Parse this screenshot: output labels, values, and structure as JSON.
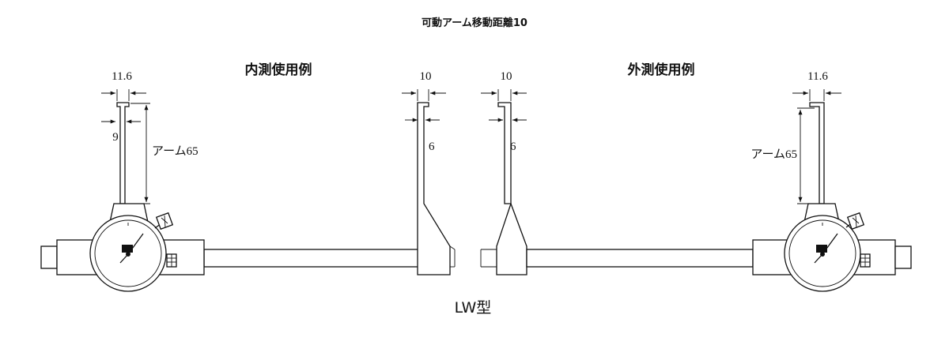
{
  "header": {
    "title": "可動アーム移動距離10"
  },
  "left_example": {
    "title": "内測使用例",
    "dim_tip_width": "11.6",
    "dim_tip_inner": "9",
    "dim_arm": "アーム65"
  },
  "inner_jaw_left": {
    "dim_top": "10",
    "dim_mid": "6"
  },
  "inner_jaw_right": {
    "dim_top": "10",
    "dim_mid": "6"
  },
  "right_example": {
    "title": "外測使用例",
    "dim_tip_width": "11.6",
    "dim_arm": "アーム65"
  },
  "footer": {
    "model": "LW型"
  },
  "icons": {
    "dial": "dial-gauge-icon",
    "knob": "clamp-knob-icon"
  },
  "colors": {
    "ink": "#111111",
    "paper": "#ffffff"
  }
}
